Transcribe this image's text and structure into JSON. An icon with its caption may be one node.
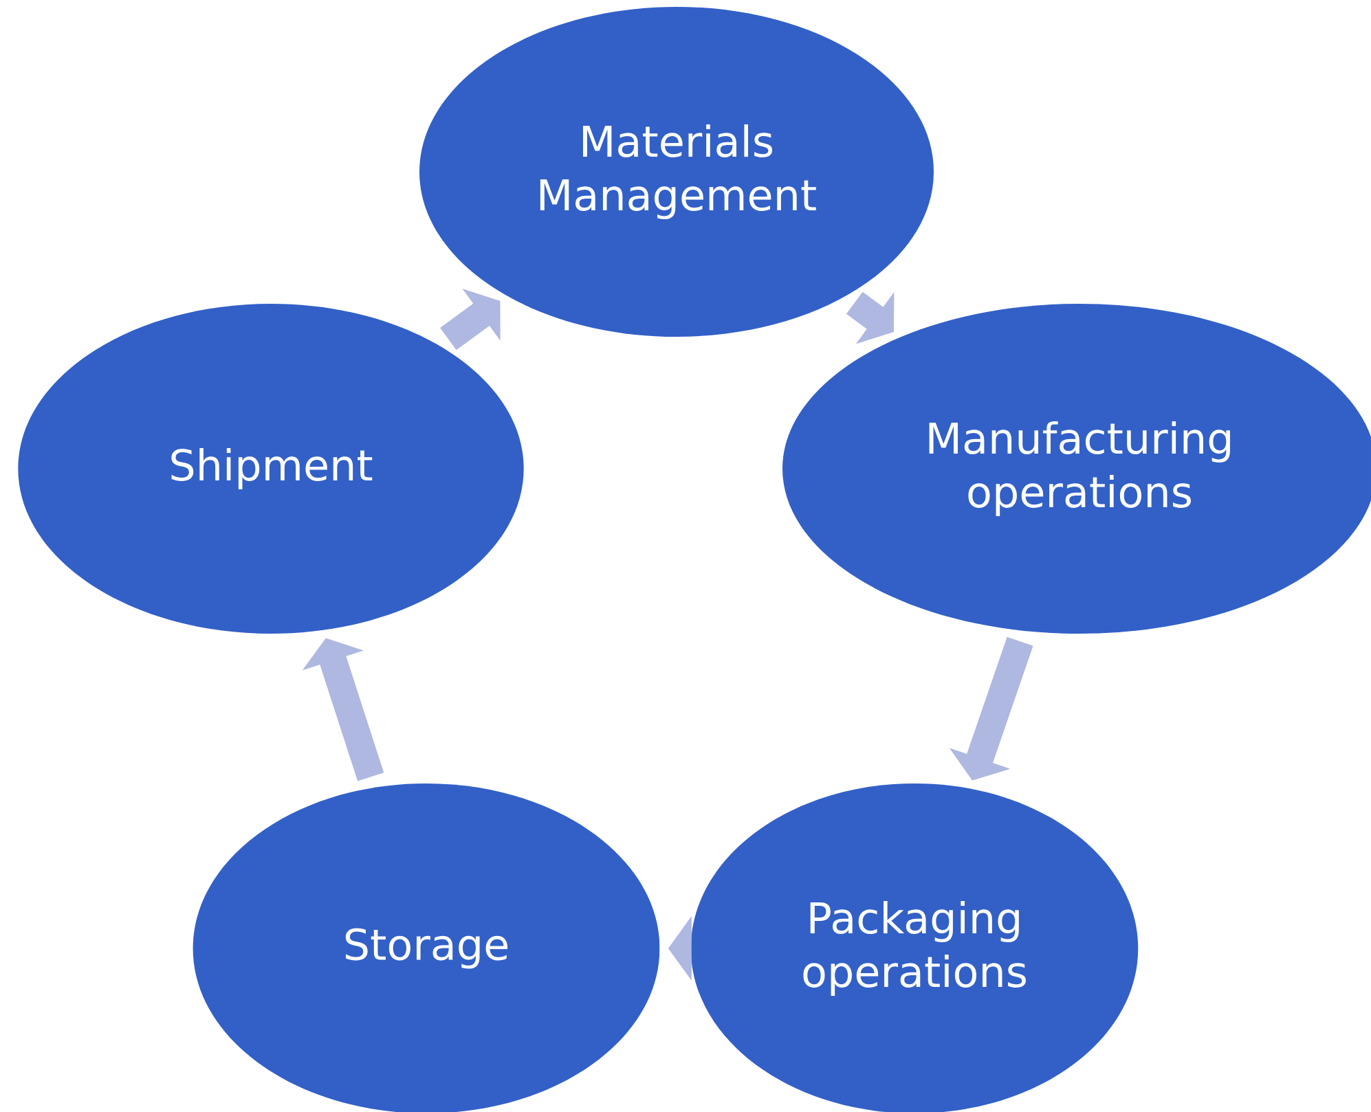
{
  "diagram": {
    "nodes": [
      {
        "text": [
          "Materials Management"
        ]
      },
      {
        "text": [
          "Manufacturing operations"
        ]
      },
      {
        "text": [
          "Packaging operations"
        ]
      },
      {
        "text": [
          "Storage"
        ]
      },
      {
        "text": [
          "Shipment"
        ]
      }
    ],
    "edges": [
      {
        "from": 0,
        "to": 1,
        "arrow": "to"
      },
      {
        "from": 1,
        "to": 2,
        "arrow": "to"
      },
      {
        "from": 2,
        "to": 3,
        "arrow": "to"
      },
      {
        "from": 3,
        "to": 4,
        "arrow": "to"
      },
      {
        "from": 4,
        "to": 0,
        "arrow": "to"
      }
    ]
  }
}
